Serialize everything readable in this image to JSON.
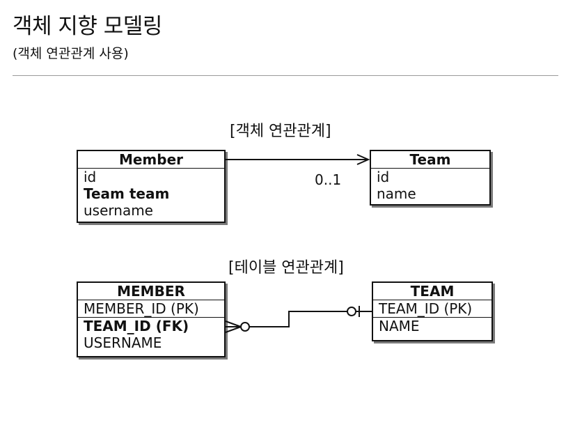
{
  "header": {
    "title": "객체 지향 모델링",
    "subtitle": "(객체 연관관계 사용)"
  },
  "object_model": {
    "label": "[객체 연관관계]",
    "member": {
      "title": "Member",
      "fields": [
        "id",
        "Team team",
        "username"
      ]
    },
    "team": {
      "title": "Team",
      "fields": [
        "id",
        "name"
      ]
    },
    "multiplicity": "0..1"
  },
  "table_model": {
    "label": "[테이블 연관관계]",
    "member": {
      "title": "MEMBER",
      "fields": [
        "MEMBER_ID (PK)",
        "TEAM_ID (FK)",
        "USERNAME"
      ]
    },
    "team": {
      "title": "TEAM",
      "fields": [
        "TEAM_ID (PK)",
        "NAME"
      ]
    }
  }
}
